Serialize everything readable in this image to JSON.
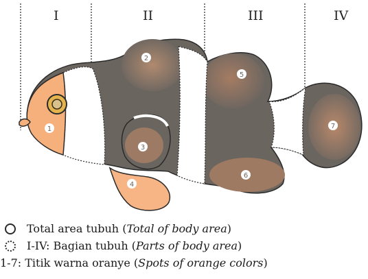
{
  "regions": {
    "labels": [
      "I",
      "II",
      "III",
      "IV"
    ]
  },
  "spots": {
    "labels": [
      "1",
      "2",
      "3",
      "4",
      "5",
      "6",
      "7"
    ]
  },
  "legend": {
    "total_area": {
      "text": "Total area tubuh (",
      "italic": "Total of body area",
      "close": ")"
    },
    "parts": {
      "text": "I-IV: Bagian tubuh (",
      "italic": "Parts of body area",
      "close": ")"
    },
    "spots": {
      "text": "1-7:  Titik warna oranye (",
      "italic": "Spots of orange colors",
      "close": ")"
    }
  },
  "colors": {
    "body_dark": "#6b6560",
    "orange_spot": "#b3876a",
    "white_band": "#ffffff",
    "orange_fin": "#f7b485",
    "face": "#f6b07b"
  }
}
